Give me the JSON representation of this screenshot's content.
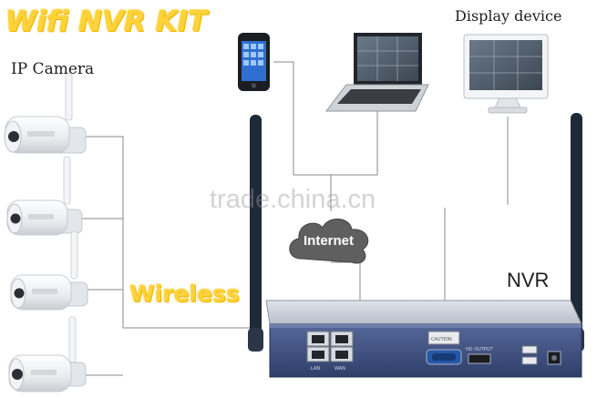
{
  "title": "Wifi NVR KIT",
  "labels": {
    "ip_camera": "IP Camera",
    "display_device": "Display device",
    "nvr": "NVR",
    "wireless": "Wireless",
    "internet": "Internet"
  },
  "watermark": "trade.china.cn",
  "nvr_port_labels": {
    "lan": "LAN",
    "wan": "WAN",
    "caution": "CAUTION",
    "hd_output": "HD OUTPUT"
  },
  "devices": {
    "cameras": [
      "ip-camera",
      "ip-camera",
      "ip-camera",
      "ip-camera"
    ],
    "client_devices": [
      "smartphone",
      "laptop"
    ],
    "monitor": "display-monitor"
  },
  "colors": {
    "title_yellow": "#ffd23a",
    "nvr_body": "#3d4f7e",
    "cloud": "#5f5f5f",
    "antenna": "#1f2a38"
  }
}
